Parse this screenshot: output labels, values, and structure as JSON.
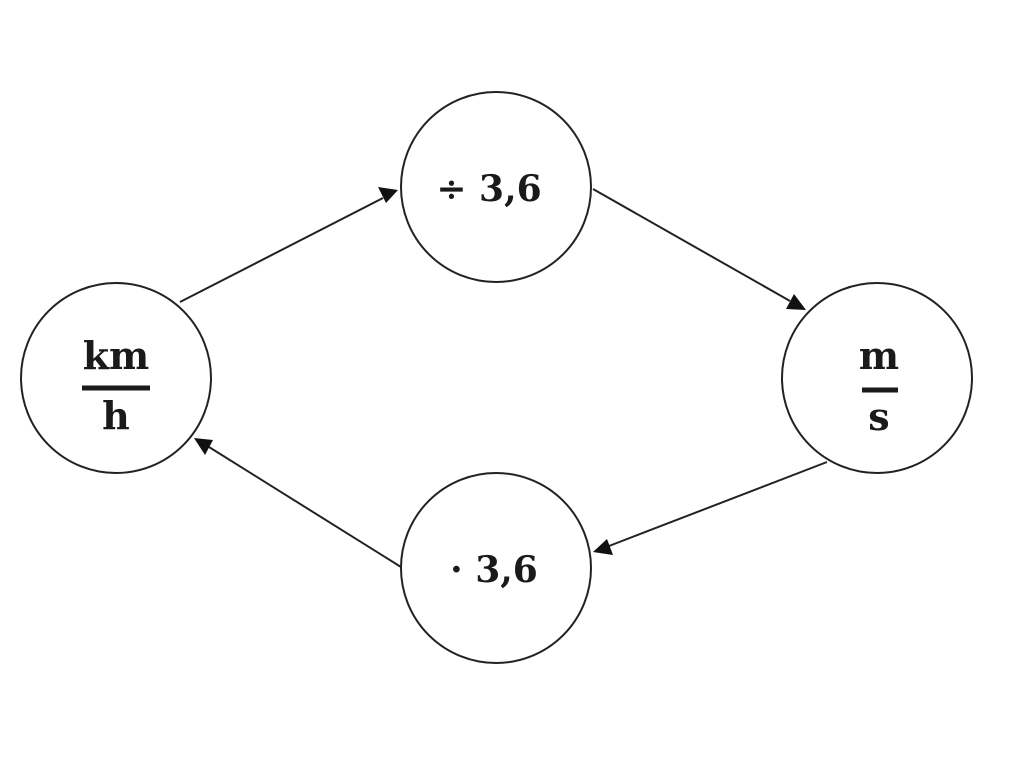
{
  "nodes": {
    "left": {
      "numerator": "km",
      "denominator": "h"
    },
    "top": {
      "label": "÷ 3,6"
    },
    "right": {
      "numerator": "m",
      "denominator": "s"
    },
    "bottom": {
      "label": "· 3,6"
    }
  },
  "colors": {
    "stroke": "#222222",
    "text": "#1a1a1a",
    "background": "#ffffff"
  }
}
